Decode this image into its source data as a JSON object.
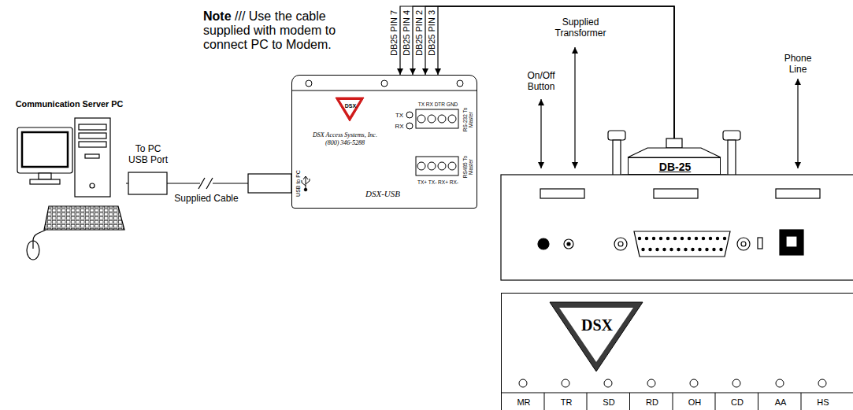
{
  "diagram": {
    "nodes": [
      {
        "text": [
          "Communication Server PC"
        ]
      },
      {
        "text": [
          "DSX",
          "TX",
          "RX",
          "DSX Access Systems, Inc.",
          "(800) 346-5288",
          "TX RX DTR GND",
          "RS-232 To Master",
          "USB to PC",
          "RS485 To Master",
          "TX+ TX- RX+ RX-",
          "DSX-USB"
        ]
      },
      {
        "text": [
          "DB-25"
        ]
      },
      {
        "text": [
          "DSX",
          "MR",
          "TR",
          "SD",
          "RD",
          "OH",
          "CD",
          "AA",
          "HS"
        ]
      }
    ],
    "edges": [
      {
        "from": 0,
        "to": 1,
        "arrow": "none",
        "label": "Supplied Cable"
      },
      {
        "from": 2,
        "to": 1,
        "arrow": "to",
        "label": "DB25 PIN 7"
      },
      {
        "from": 2,
        "to": 1,
        "arrow": "to",
        "label": "DB25 PIN 4"
      },
      {
        "from": 2,
        "to": 1,
        "arrow": "to",
        "label": "DB25 PIN 2"
      },
      {
        "from": 2,
        "to": 1,
        "arrow": "to",
        "label": "DB25 PIN 3"
      }
    ],
    "labels": [
      "Note",
      "/// Use the cable supplied with modem to connect PC to Modem.",
      "To PC USB Port",
      "On/Off Button",
      "Supplied Transformer",
      "Phone Line"
    ]
  }
}
